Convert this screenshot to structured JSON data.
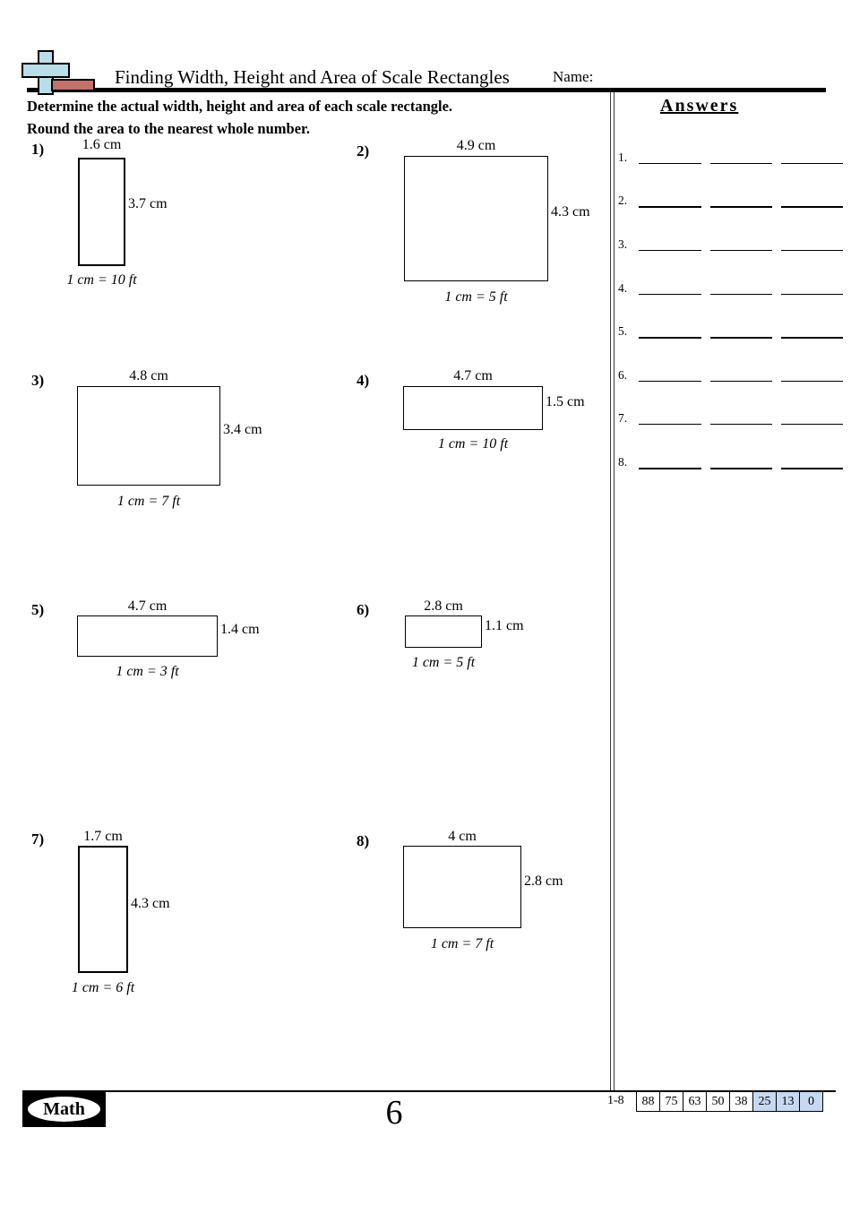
{
  "header": {
    "title": "Finding Width, Height and Area of Scale Rectangles",
    "name_label": "Name:"
  },
  "logo": {
    "name": "cross-logo",
    "cross_color": "#b9dde9",
    "bar_color": "#c4716b"
  },
  "instructions": {
    "line1": "Determine the actual width, height and area of each scale rectangle.",
    "line2": "Round the area to the nearest whole number."
  },
  "answers": {
    "heading": "Answers",
    "items": [
      {
        "number": "1."
      },
      {
        "number": "2."
      },
      {
        "number": "3."
      },
      {
        "number": "4."
      },
      {
        "number": "5."
      },
      {
        "number": "6."
      },
      {
        "number": "7."
      },
      {
        "number": "8."
      }
    ]
  },
  "problems": [
    {
      "number": "1)",
      "width_label": "1.6 cm",
      "height_label": "3.7 cm",
      "scale_label": "1 cm = 10 ft",
      "width_cm": 1.6,
      "height_cm": 3.7
    },
    {
      "number": "2)",
      "width_label": "4.9 cm",
      "height_label": "4.3 cm",
      "scale_label": "1 cm = 5 ft",
      "width_cm": 4.9,
      "height_cm": 4.3
    },
    {
      "number": "3)",
      "width_label": "4.8 cm",
      "height_label": "3.4 cm",
      "scale_label": "1 cm = 7 ft",
      "width_cm": 4.8,
      "height_cm": 3.4
    },
    {
      "number": "4)",
      "width_label": "4.7 cm",
      "height_label": "1.5 cm",
      "scale_label": "1 cm = 10 ft",
      "width_cm": 4.7,
      "height_cm": 1.5
    },
    {
      "number": "5)",
      "width_label": "4.7 cm",
      "height_label": "1.4 cm",
      "scale_label": "1 cm = 3 ft",
      "width_cm": 4.7,
      "height_cm": 1.4
    },
    {
      "number": "6)",
      "width_label": "2.8 cm",
      "height_label": "1.1 cm",
      "scale_label": "1 cm = 5 ft",
      "width_cm": 2.8,
      "height_cm": 1.1
    },
    {
      "number": "7)",
      "width_label": "1.7 cm",
      "height_label": "4.3 cm",
      "scale_label": "1 cm = 6 ft",
      "width_cm": 1.7,
      "height_cm": 4.3
    },
    {
      "number": "8)",
      "width_label": "4 cm",
      "height_label": "2.8 cm",
      "scale_label": "1 cm = 7 ft",
      "width_cm": 4.0,
      "height_cm": 2.8
    }
  ],
  "footer": {
    "brand": "Math",
    "page_number": "6",
    "range_label": "1-8",
    "score_cells": [
      "88",
      "75",
      "63",
      "50",
      "38",
      "25",
      "13",
      "0"
    ],
    "highlight_color": "#c6d9f1"
  }
}
